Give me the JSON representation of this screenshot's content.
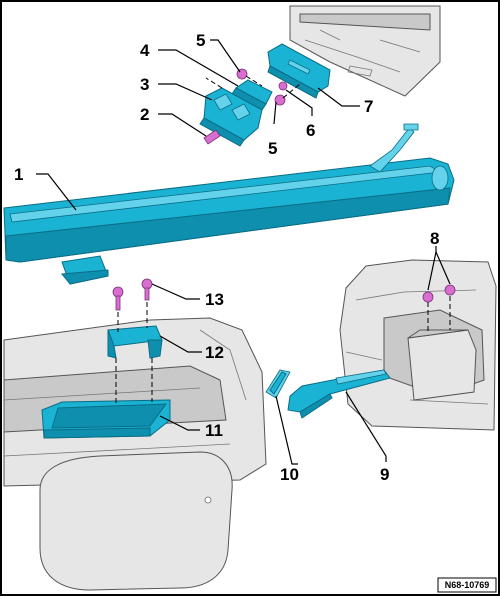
{
  "diagram": {
    "callouts": [
      {
        "id": "c1",
        "label": "1"
      },
      {
        "id": "c2",
        "label": "2"
      },
      {
        "id": "c3",
        "label": "3"
      },
      {
        "id": "c4",
        "label": "4"
      },
      {
        "id": "c5a",
        "label": "5"
      },
      {
        "id": "c5b",
        "label": "5"
      },
      {
        "id": "c6",
        "label": "6"
      },
      {
        "id": "c7",
        "label": "7"
      },
      {
        "id": "c8",
        "label": "8"
      },
      {
        "id": "c9",
        "label": "9"
      },
      {
        "id": "c10",
        "label": "10"
      },
      {
        "id": "c11",
        "label": "11"
      },
      {
        "id": "c12",
        "label": "12"
      },
      {
        "id": "c13",
        "label": "13"
      }
    ],
    "reference_code": "N68-10769",
    "colors": {
      "part": "#1ab3d3",
      "screw": "#d86fd0",
      "body": "#e6e6e6"
    }
  }
}
